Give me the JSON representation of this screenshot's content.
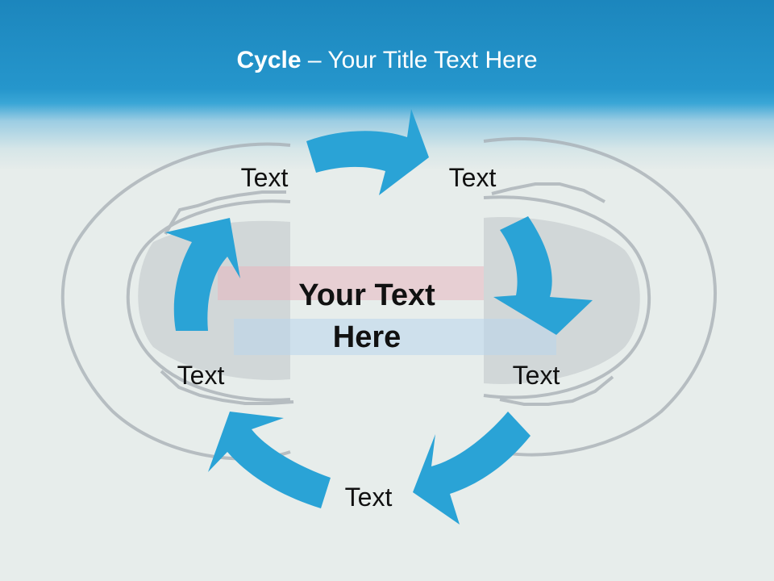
{
  "title": {
    "bold": "Cycle",
    "rest": " – Your Title Text Here"
  },
  "center_text": {
    "line1": "Your Text",
    "line2": "Here"
  },
  "nodes": [
    {
      "label": "Text"
    },
    {
      "label": "Text"
    },
    {
      "label": "Text"
    },
    {
      "label": "Text"
    },
    {
      "label": "Text"
    }
  ],
  "colors": {
    "arrow": "#2aa3d6",
    "header": "#2596cc",
    "sketch": "#9aa3ab"
  },
  "icons": {
    "arrows": "curved-arrow-icon",
    "illustration": "open-mouth-illustration"
  }
}
